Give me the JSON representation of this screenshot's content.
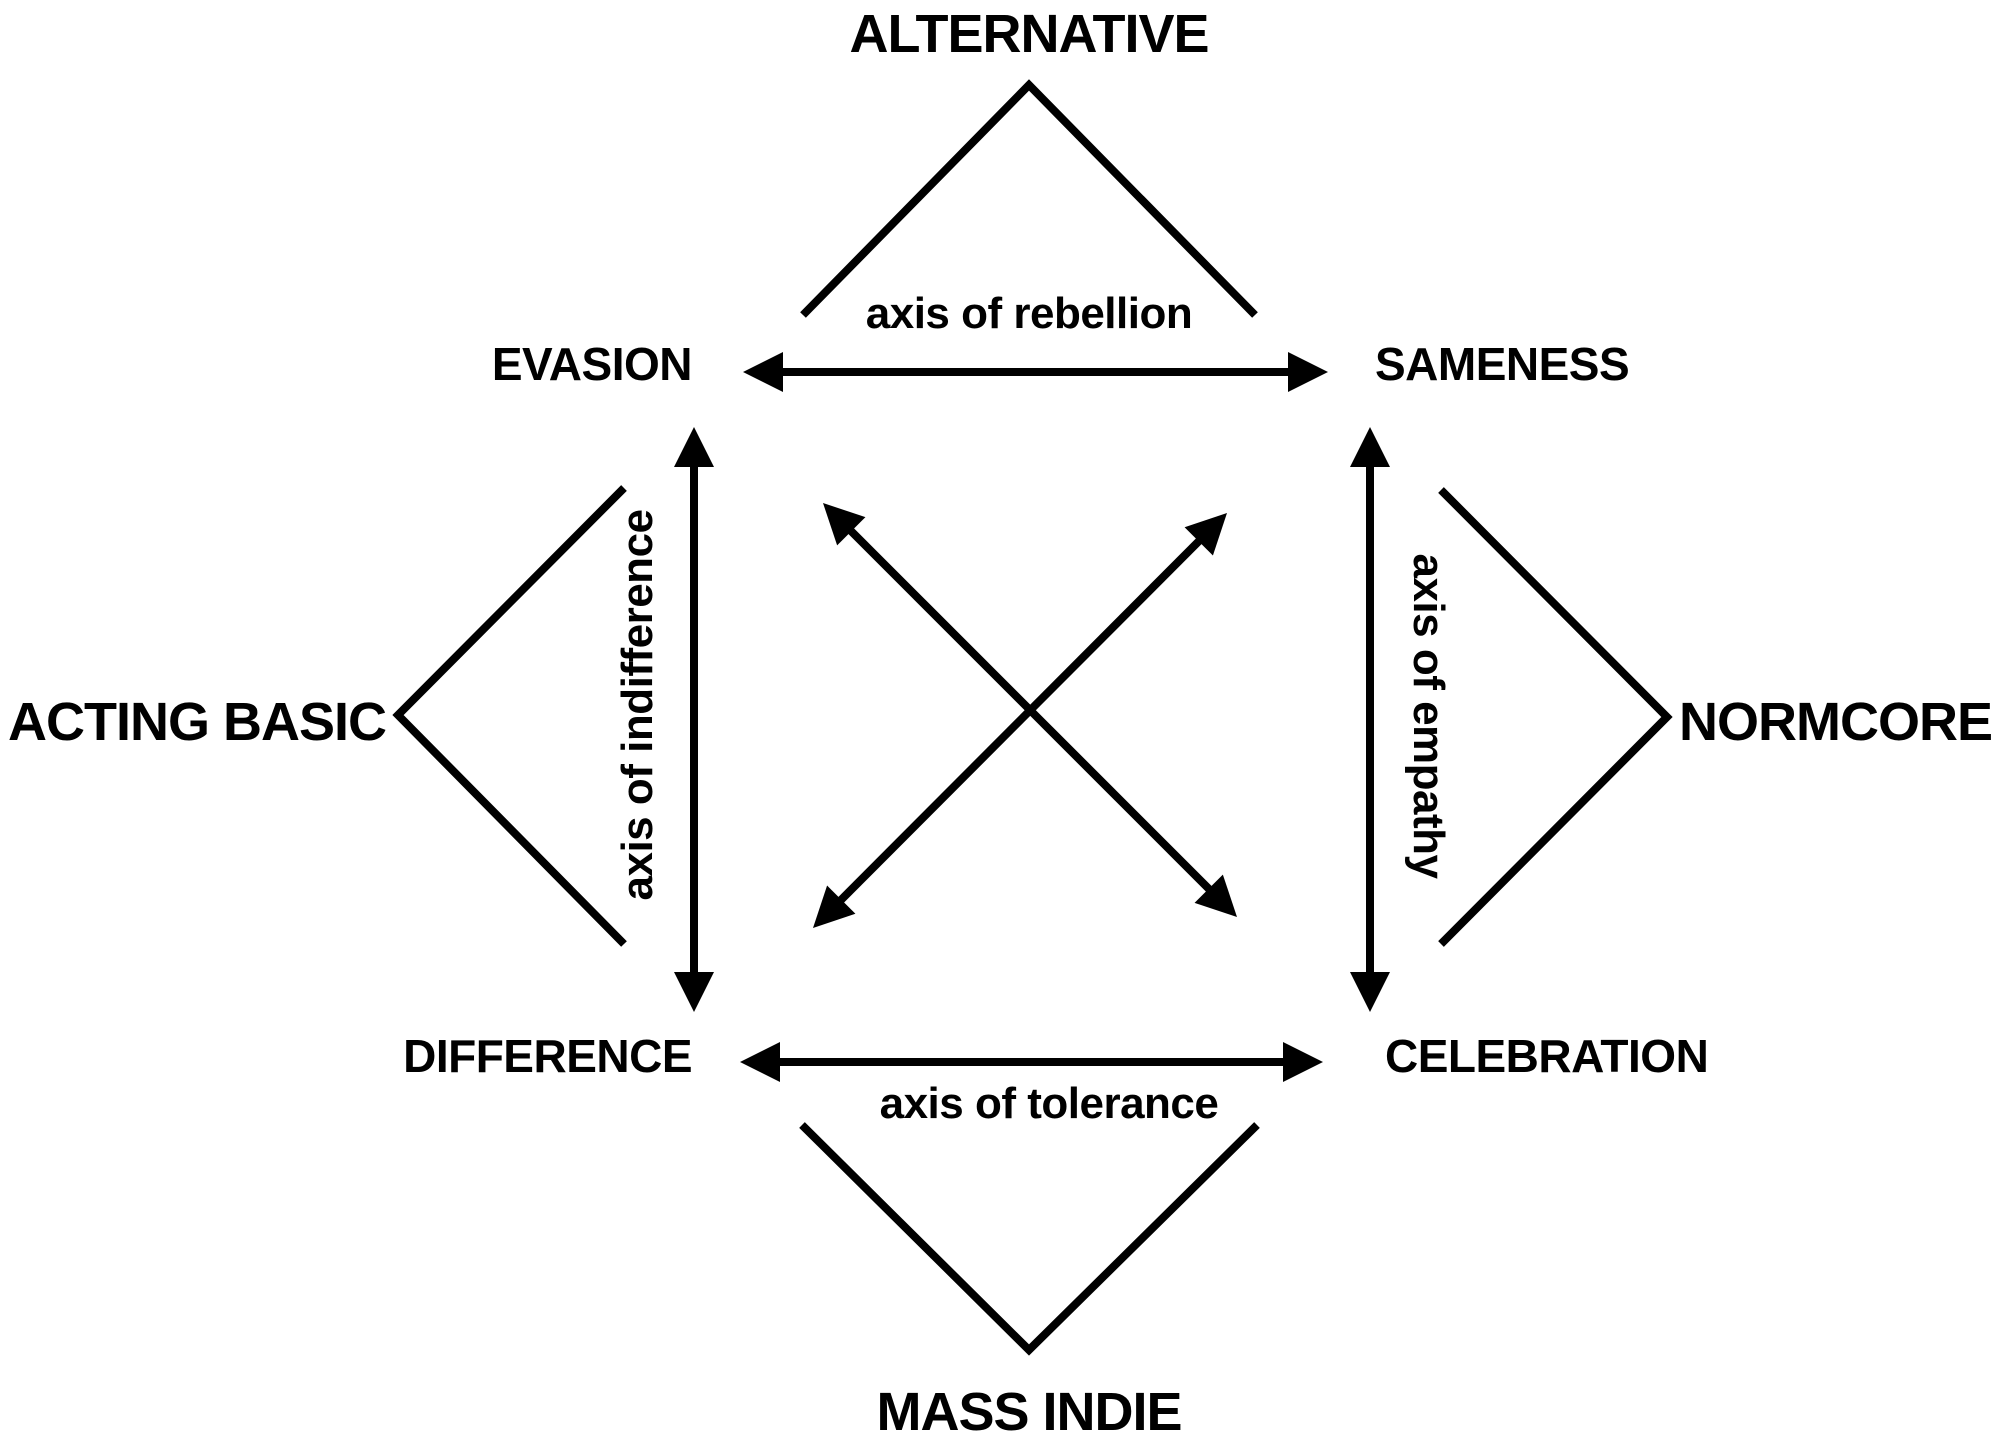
{
  "diagram": {
    "background": "#ffffff",
    "ink": "#000000",
    "categories": {
      "top": "ALTERNATIVE",
      "left": "ACTING BASIC",
      "right": "NORMCORE",
      "bottom": "MASS INDIE"
    },
    "poles": {
      "top_left": "EVASION",
      "top_right": "SAMENESS",
      "bottom_left": "DIFFERENCE",
      "bottom_right": "CELEBRATION"
    },
    "axes": {
      "top": "axis of rebellion",
      "left": "axis of indifference",
      "right": "axis of empathy",
      "bottom": "axis of tolerance"
    },
    "connections": [
      {
        "from": "EVASION",
        "to": "SAMENESS",
        "label": "axis of rebellion",
        "type": "double-arrow"
      },
      {
        "from": "DIFFERENCE",
        "to": "CELEBRATION",
        "label": "axis of tolerance",
        "type": "double-arrow"
      },
      {
        "from": "EVASION",
        "to": "DIFFERENCE",
        "label": "axis of indifference",
        "type": "double-arrow"
      },
      {
        "from": "SAMENESS",
        "to": "CELEBRATION",
        "label": "axis of empathy",
        "type": "double-arrow"
      },
      {
        "from": "EVASION",
        "to": "CELEBRATION",
        "label": "",
        "type": "double-arrow"
      },
      {
        "from": "SAMENESS",
        "to": "DIFFERENCE",
        "label": "",
        "type": "double-arrow"
      }
    ]
  }
}
